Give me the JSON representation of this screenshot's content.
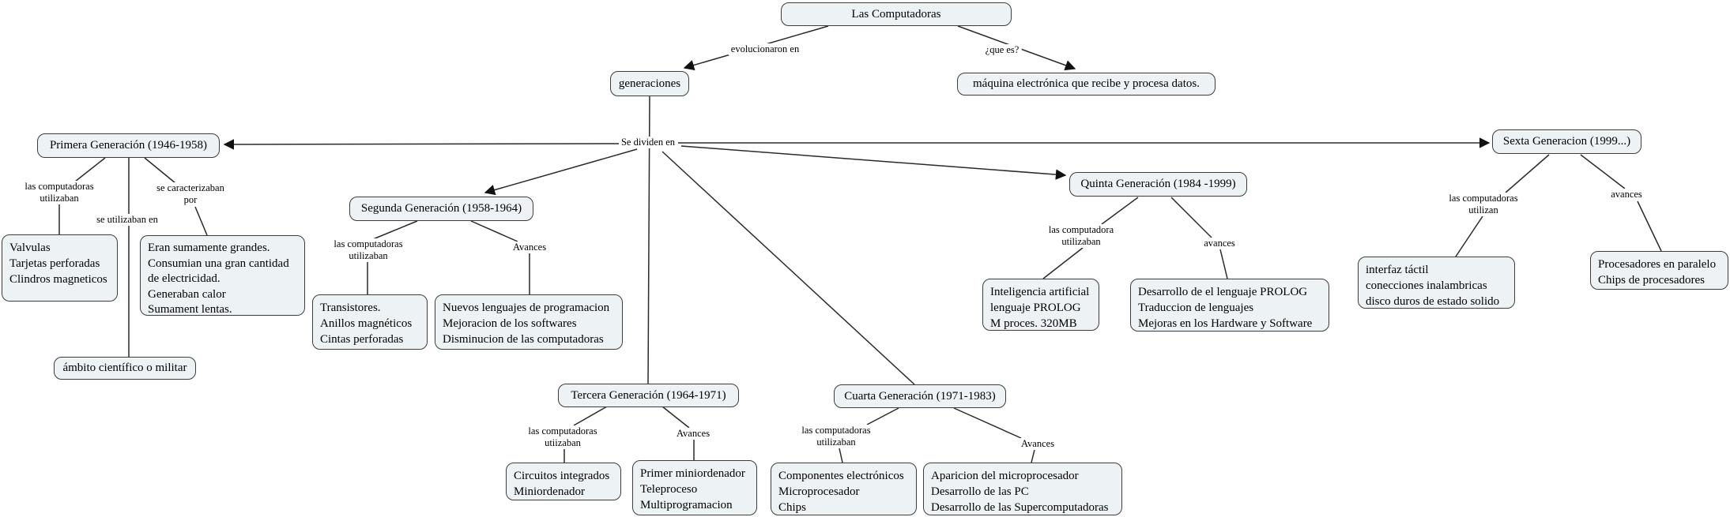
{
  "palette": {
    "node_fill": "#edf2f5",
    "node_border": "#3d3d3d",
    "line_color": "#2a2a2a",
    "text_color": "#000000",
    "background": "#ffffff"
  },
  "root": {
    "label": "Las Computadoras"
  },
  "definition": {
    "link": "¿que es?",
    "node": "máquina electrónica que recibe y procesa datos."
  },
  "evolution": {
    "link": "evolucionaron en",
    "node": "generaciones",
    "divide_link": "Se dividen en"
  },
  "generations": [
    {
      "title": "Primera Generación (1946-1958)",
      "uses_link": "las computadoras\nutilizaban",
      "uses": "Valvulas\nTarjetas perforadas\nClindros magneticos",
      "context_link": "se utilizaban en",
      "context": "ámbito científico o militar",
      "traits_link": "se caracterizaban\npor",
      "traits": "Eran sumamente grandes.\nConsumian una gran cantidad\nde electricidad.\nGeneraban calor\nSumament lentas."
    },
    {
      "title": "Segunda Generación (1958-1964)",
      "uses_link": "las computadoras\nutilizaban",
      "uses": "Transistores.\nAnillos magnéticos\nCintas perforadas",
      "advances_link": "Avances",
      "advances": "Nuevos lenguajes de programacion\nMejoracion de los softwares\nDisminucion de las computadoras"
    },
    {
      "title": "Tercera Generación (1964-1971)",
      "uses_link": "las computadoras\nutiizaban",
      "uses": "Circuitos integrados\nMiniordenador",
      "advances_link": "Avances",
      "advances": "Primer miniordenador\nTeleproceso\nMultiprogramacion"
    },
    {
      "title": "Cuarta Generación (1971-1983)",
      "uses_link": "las computadoras\nutilizaban",
      "uses": "Componentes electrónicos\nMicroprocesador\nChips",
      "advances_link": "Avances",
      "advances": "Aparicion del microprocesador\nDesarrollo de las PC\nDesarrollo de las Supercomputadoras"
    },
    {
      "title": "Quinta Generación (1984 -1999)",
      "uses_link": "las computadora\nutilizaban",
      "uses": "Inteligencia artificial\nlenguaje PROLOG\nM proces. 320MB",
      "advances_link": "avances",
      "advances": "Desarrollo de el lenguaje PROLOG\nTraduccion de lenguajes\nMejoras en los Hardware y Software"
    },
    {
      "title": "Sexta Generacion (1999...)",
      "uses_link": "las computadoras\nutilizan",
      "uses": "interfaz táctil\nconecciones inalambricas\ndisco duros de estado solido",
      "advances_link": "avances",
      "advances": "Procesadores en paralelo\nChips de procesadores"
    }
  ]
}
